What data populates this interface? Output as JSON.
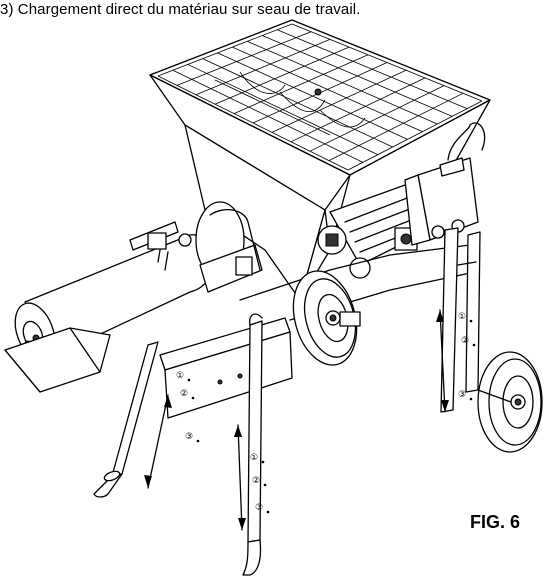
{
  "caption": "3) Chargement direct du matériau sur seau de travail.",
  "figure_label": "FIG. 6",
  "height_positions": [
    "①",
    "②",
    "③"
  ]
}
